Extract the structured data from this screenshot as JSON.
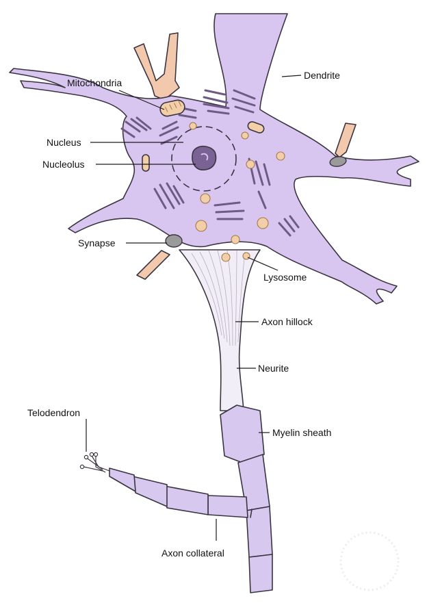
{
  "colors": {
    "cell_body": "#d9c6f0",
    "cell_outline": "#3a3340",
    "organelle_purple": "#6e5a85",
    "organelle_orange": "#f2cfa8",
    "organelle_orange_outline": "#a07848",
    "dendrite_contact": "#f3c9ae",
    "synaptic_knob": "#9a9a9a",
    "myelin": "#d6c8ef",
    "axon_hillock": "#f2eef7"
  },
  "labels": {
    "dendrite": "Dendrite",
    "mitochondria": "Mitochondria",
    "nucleus": "Nucleus",
    "nucleolus": "Nucleolus",
    "synapse": "Synapse",
    "lysosome": "Lysosome",
    "axon_hillock": "Axon hillock",
    "neurite": "Neurite",
    "myelin_sheath": "Myelin sheath",
    "telodendron": "Telodendron",
    "axon_collateral": "Axon collateral"
  }
}
